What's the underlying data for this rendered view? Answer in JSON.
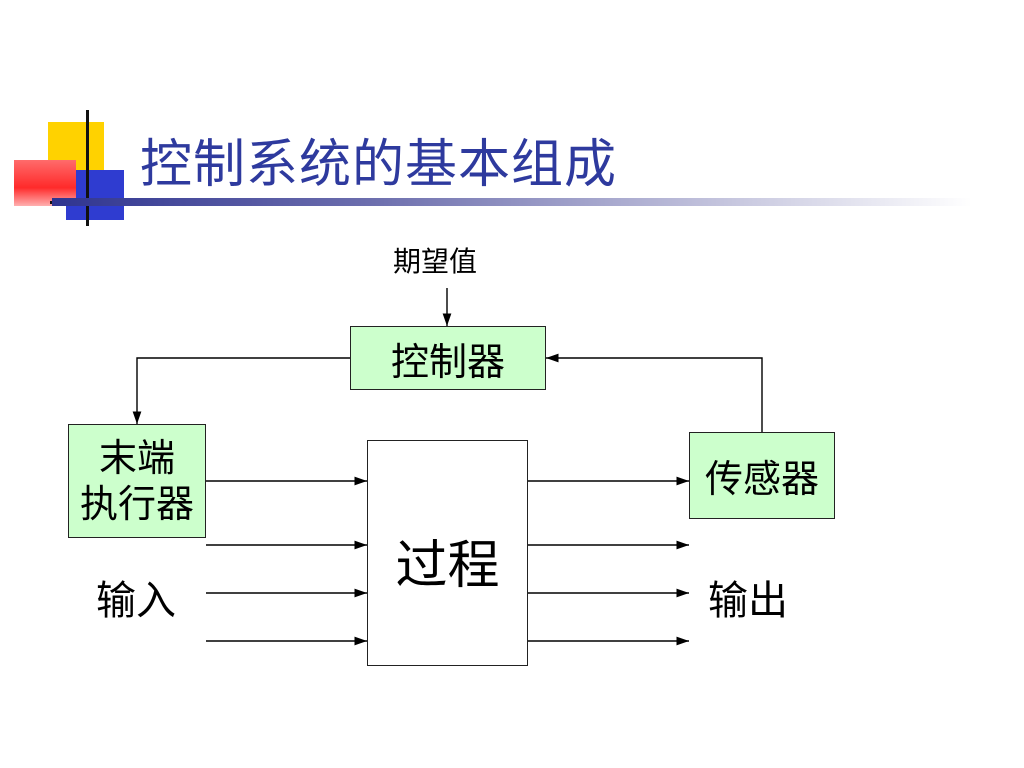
{
  "slide": {
    "title": "控制系统的基本组成"
  },
  "diagram": {
    "setpoint_label": "期望值",
    "controller_label": "控制器",
    "actuator_label_line1": "末端",
    "actuator_label_line2": "执行器",
    "process_label": "过程",
    "sensor_label": "传感器",
    "input_label": "输入",
    "output_label": "输出"
  },
  "colors": {
    "title": "#2e3a9e",
    "block_fill": "#ccffcc",
    "process_fill": "#ffffff"
  }
}
